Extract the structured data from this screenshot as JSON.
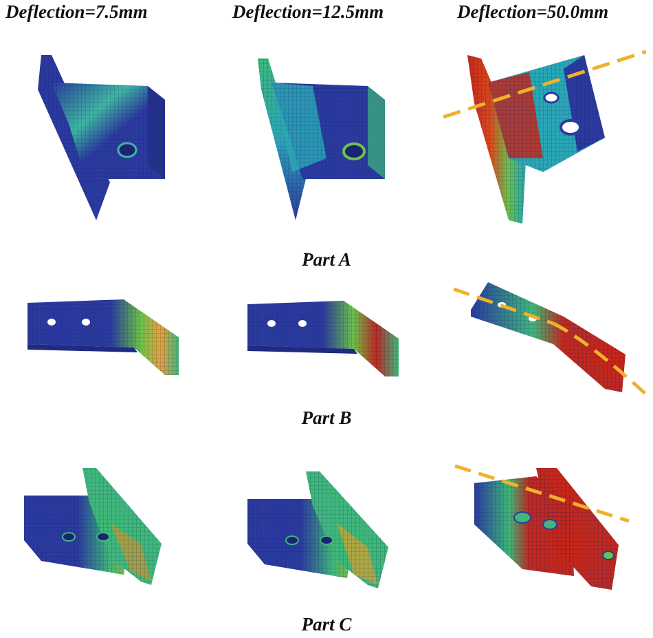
{
  "columns": [
    {
      "label": "Deflection=7.5mm"
    },
    {
      "label": "Deflection=12.5mm"
    },
    {
      "label": "Deflection=50.0mm"
    }
  ],
  "rows": [
    {
      "label": "Part A"
    },
    {
      "label": "Part B"
    },
    {
      "label": "Part C"
    }
  ],
  "colors": {
    "mesh_low": "#2b3a9e",
    "mesh_mid": "#20a8b0",
    "mesh_high_mid": "#6cc24a",
    "mesh_yellow": "#e8d23a",
    "mesh_high": "#c0281e",
    "fold_line": "#f0b22a"
  }
}
